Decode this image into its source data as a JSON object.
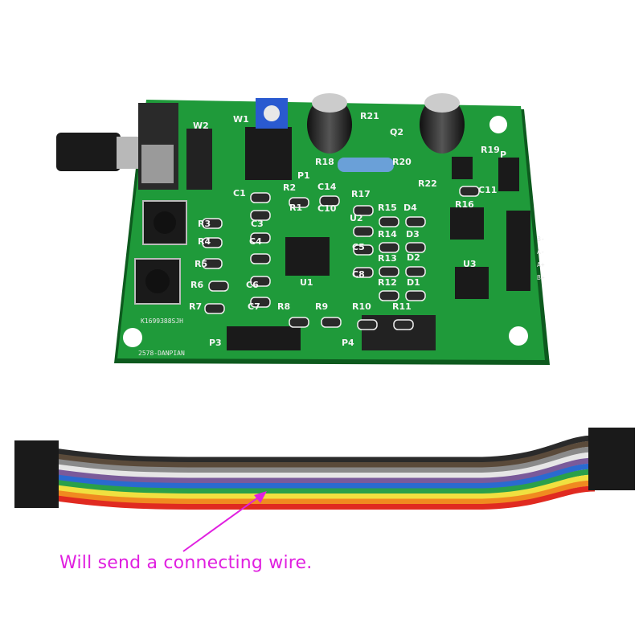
{
  "caption": "Will send a connecting wire.",
  "colors": {
    "pcb": "#1f9a3a",
    "pcb_edge": "#0f6a24",
    "annotation": "#e020e0",
    "wire_colors": [
      "#2a2a2a",
      "#5a4a3a",
      "#8a8a8a",
      "#e6e6e6",
      "#7a5a9a",
      "#2a6ad0",
      "#2aa04a",
      "#f0e040",
      "#f08a20",
      "#e02a20"
    ]
  },
  "board": {
    "labels": [
      "W2",
      "W1",
      "R21",
      "Q2",
      "R19",
      "P",
      "R18",
      "R20",
      "R22",
      "C11",
      "C1",
      "R2",
      "C14",
      "R17",
      "R1",
      "C10",
      "R15",
      "D4",
      "R16",
      "U2",
      "R3",
      "C3",
      "R14",
      "D3",
      "R4",
      "C4",
      "C5",
      "R5",
      "R13",
      "D2",
      "U3",
      "C8",
      "R12",
      "D1",
      "R6",
      "C6",
      "U1",
      "R7",
      "C7",
      "R8",
      "R9",
      "R10",
      "R11",
      "P3",
      "P4",
      "P1"
    ],
    "codes": [
      "K1699388SJH",
      "2578-DANPIAN"
    ],
    "header_pins": [
      "B-",
      "A-",
      "A+",
      "B+"
    ]
  }
}
